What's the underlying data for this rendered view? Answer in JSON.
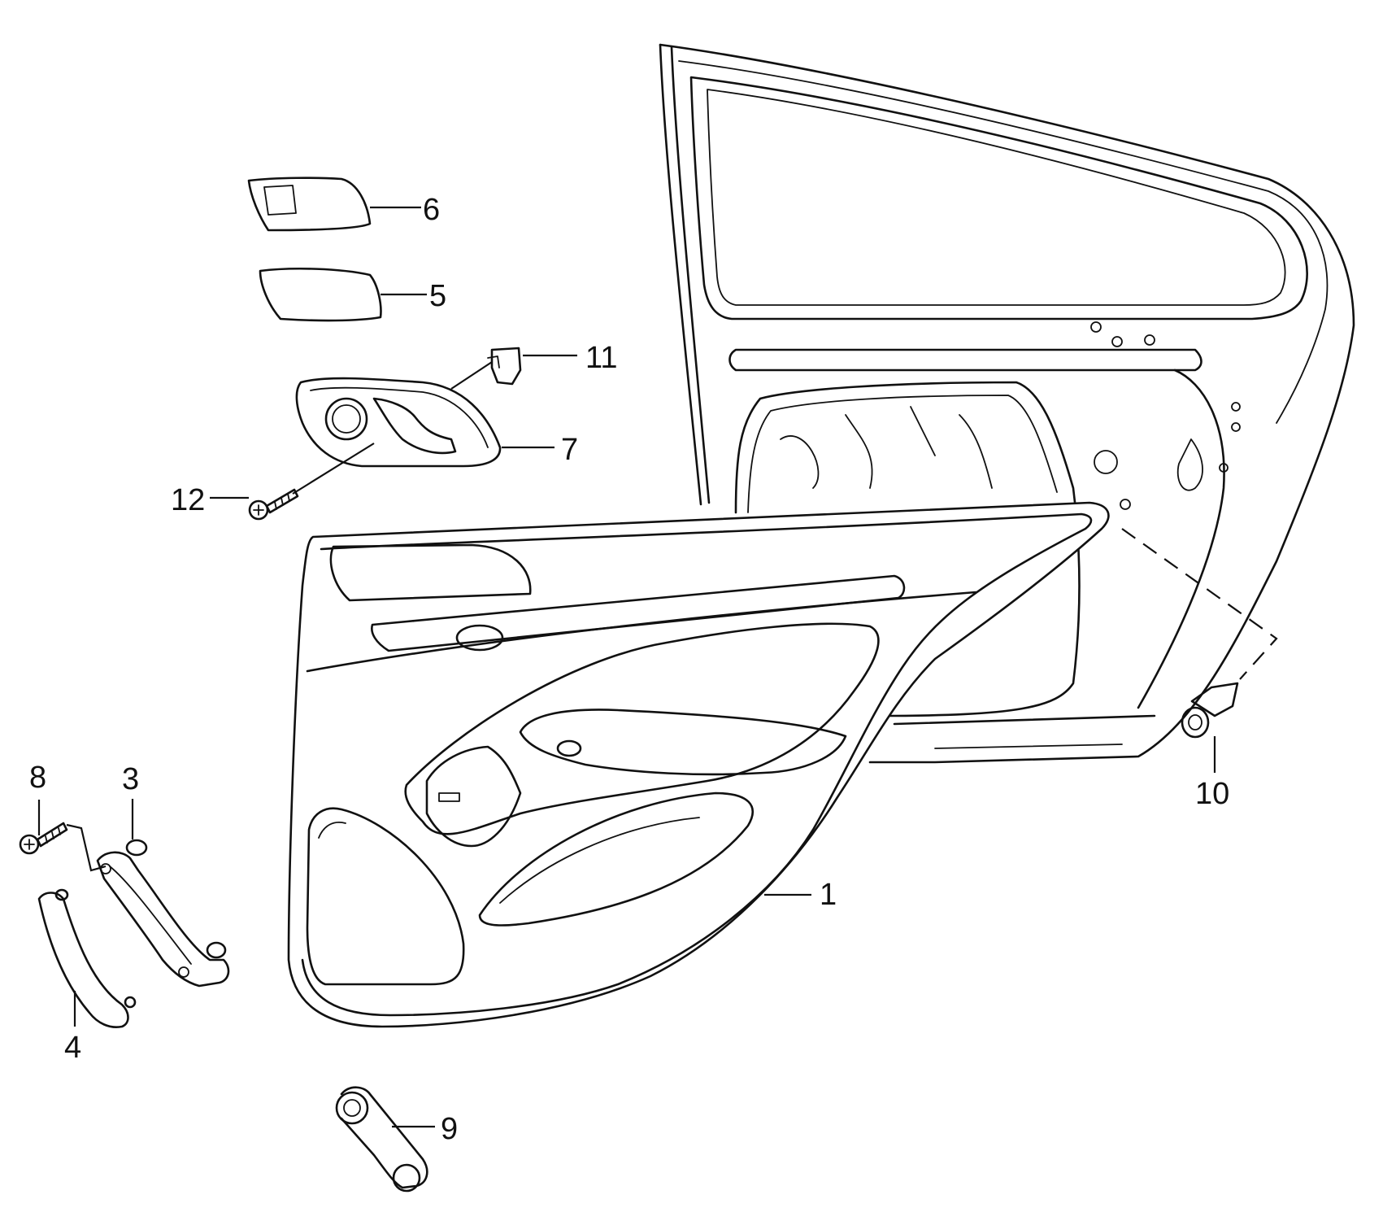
{
  "diagram": {
    "type": "exploded parts diagram",
    "callouts": {
      "c1": "1",
      "c3": "3",
      "c4": "4",
      "c5": "5",
      "c6": "6",
      "c7": "7",
      "c8": "8",
      "c9": "9",
      "c10": "10",
      "c11": "11",
      "c12": "12"
    }
  }
}
